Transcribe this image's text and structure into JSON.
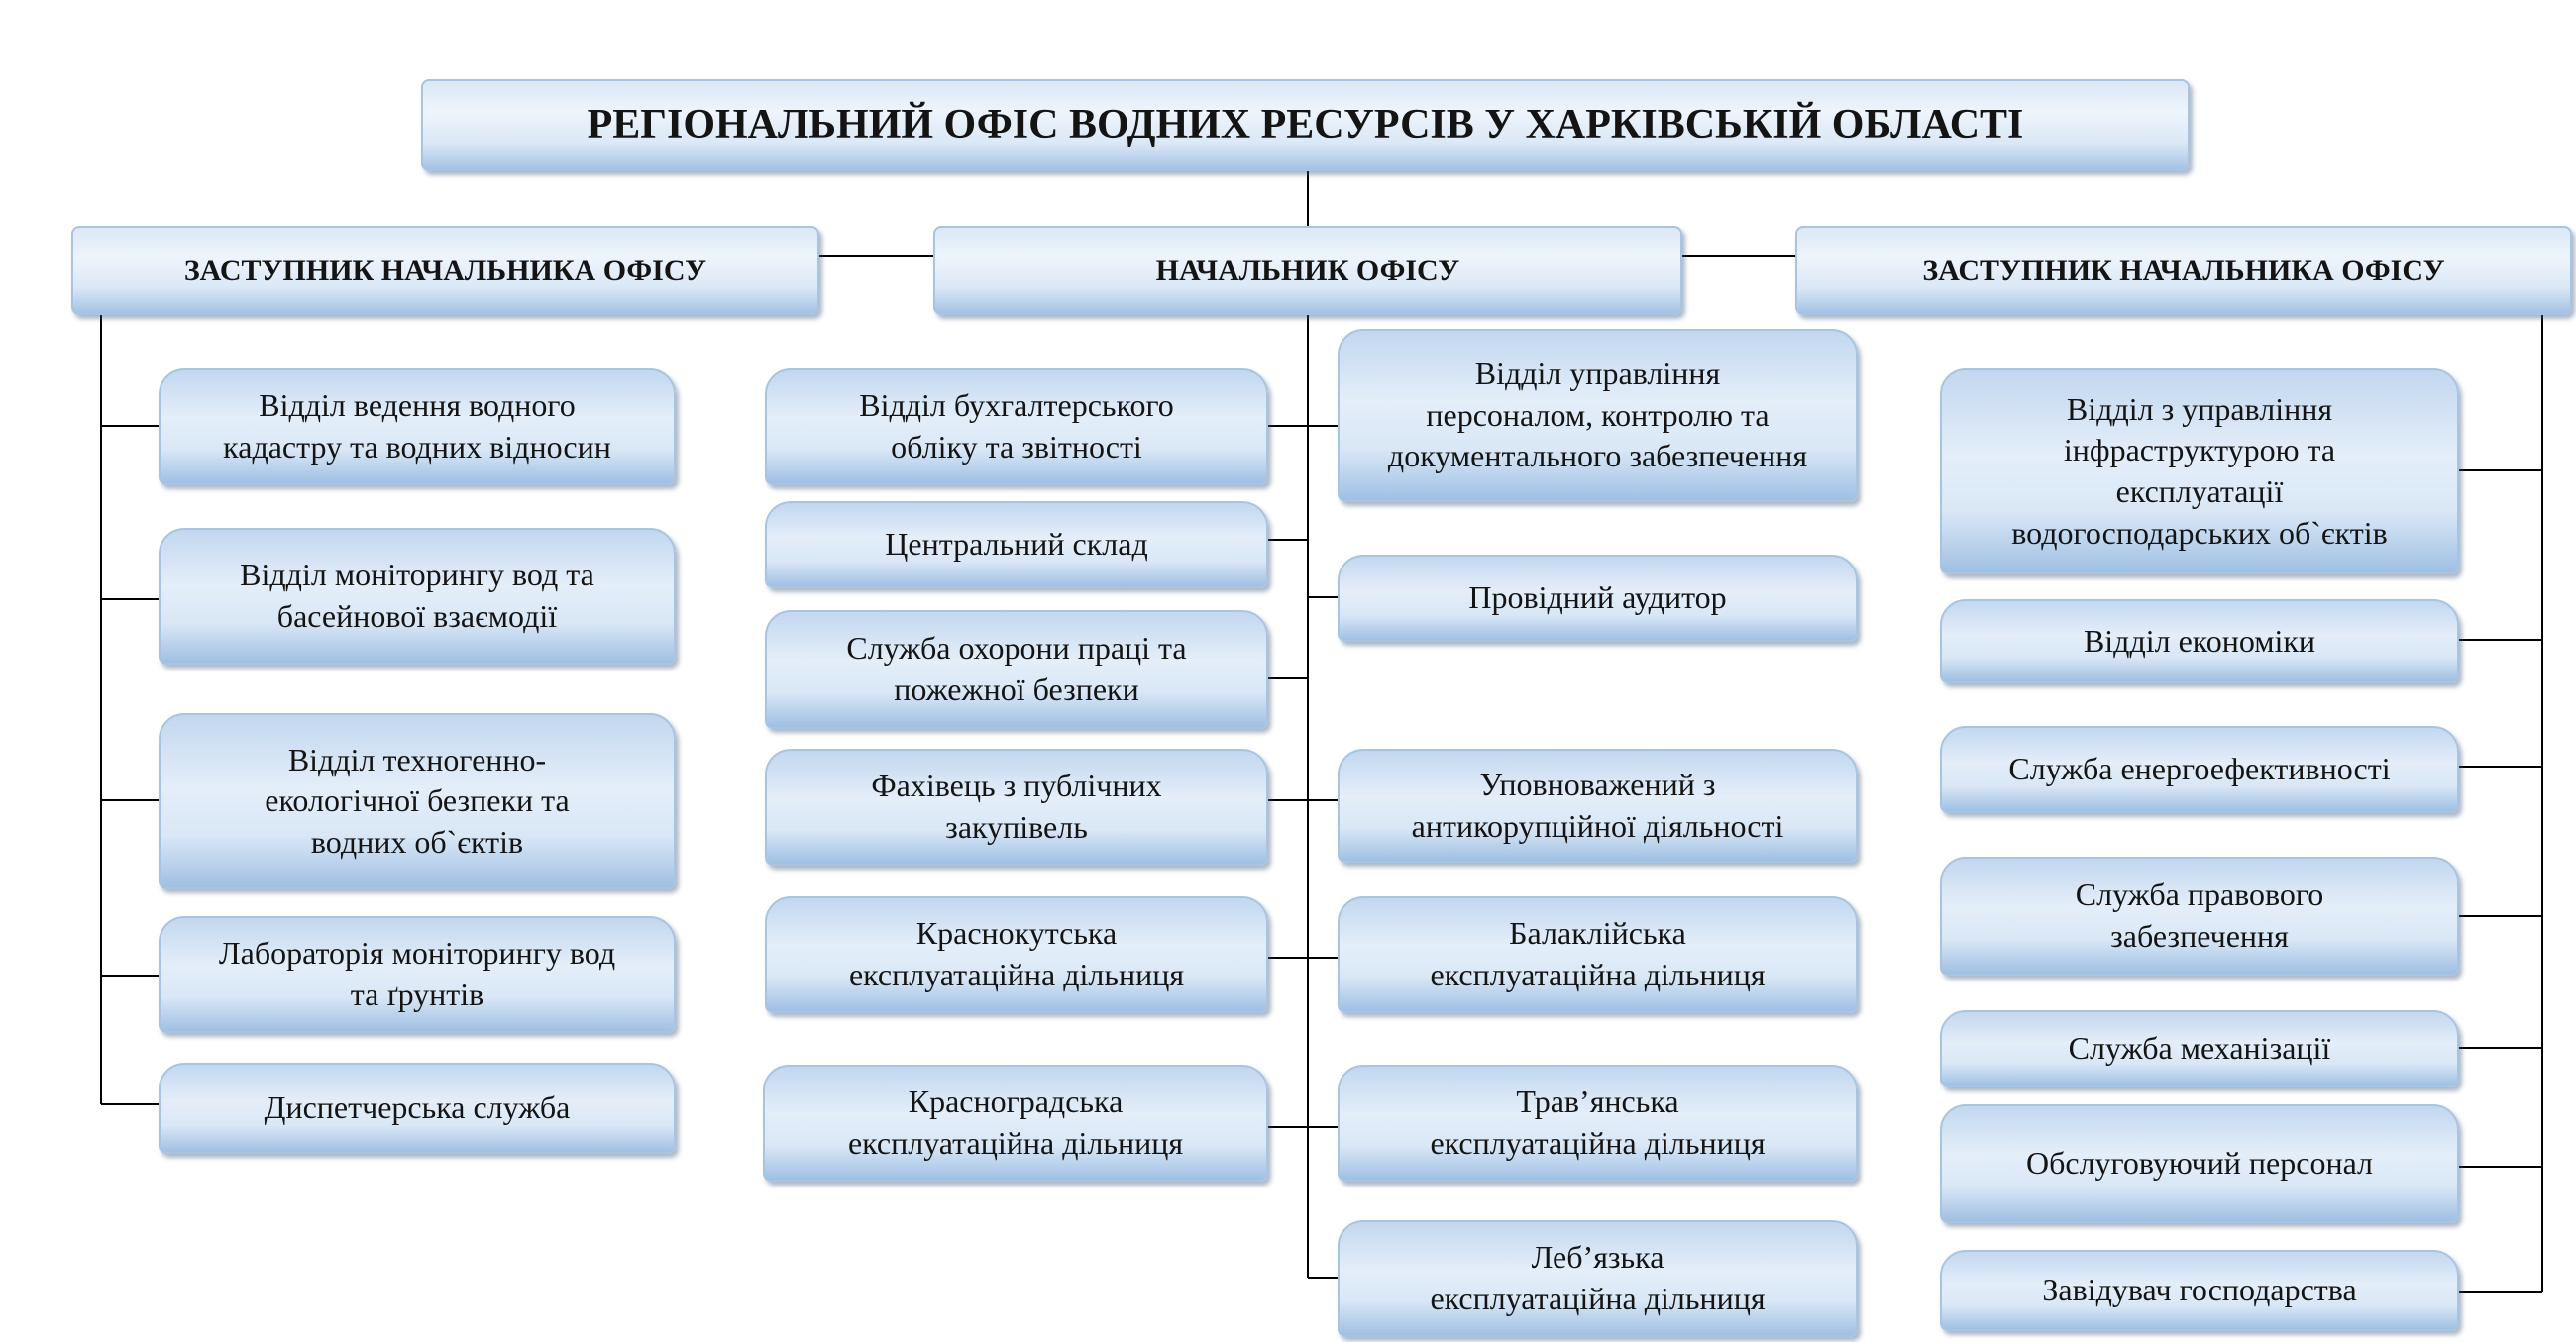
{
  "header": {
    "title": "РЕГІОНАЛЬНИЙ ОФІС ВОДНИХ РЕСУРСІВ У ХАРКІВСЬКІЙ ОБЛАСТІ"
  },
  "management": {
    "left": "ЗАСТУПНИК НАЧАЛЬНИКА ОФІСУ",
    "center": "НАЧАЛЬНИК ОФІСУ",
    "right": "ЗАСТУПНИК НАЧАЛЬНИКА ОФІСУ"
  },
  "left_units": [
    "Відділ ведення водного\nкадастру та водних відносин",
    "Відділ моніторингу вод та\nбасейнової взаємодії",
    "Відділ техногенно-\nекологічної безпеки та\nводних об`єктів",
    "Лабораторія  моніторингу вод\nта ґрунтів",
    "Диспетчерська служба"
  ],
  "center_left_units": [
    "Відділ бухгалтерського\nобліку та звітності",
    "Центральний склад",
    "Служба охорони праці та\nпожежної безпеки",
    "Фахівець з публічних\nзакупівель",
    "Краснокутська\nексплуатаційна дільниця",
    "Красноградська\nексплуатаційна дільниця"
  ],
  "center_right_units": [
    "Відділ управління\nперсоналом, контролю та\nдокументального забезпечення",
    "Провідний аудитор",
    "Уповноважений з\nантикорупційної діяльності",
    "Балаклійська\nексплуатаційна дільниця",
    "Трав’янська\nексплуатаційна дільниця",
    "Леб’язька\nексплуатаційна дільниця"
  ],
  "right_units": [
    "Відділ з управління\nінфраструктурою та\nексплуатації\nводогосподарських об`єктів",
    "Відділ економіки",
    "Служба енергоефективності",
    "Служба правового\nзабезпечення",
    "Служба  механізації",
    "Обслуговуючий персонал",
    "Завідувач господарства"
  ],
  "colors": {
    "box_border": "#a9c4e1",
    "box_fill_top": "#c2d7ef",
    "box_fill_bottom": "#9fc0e3",
    "connector": "#000000"
  }
}
